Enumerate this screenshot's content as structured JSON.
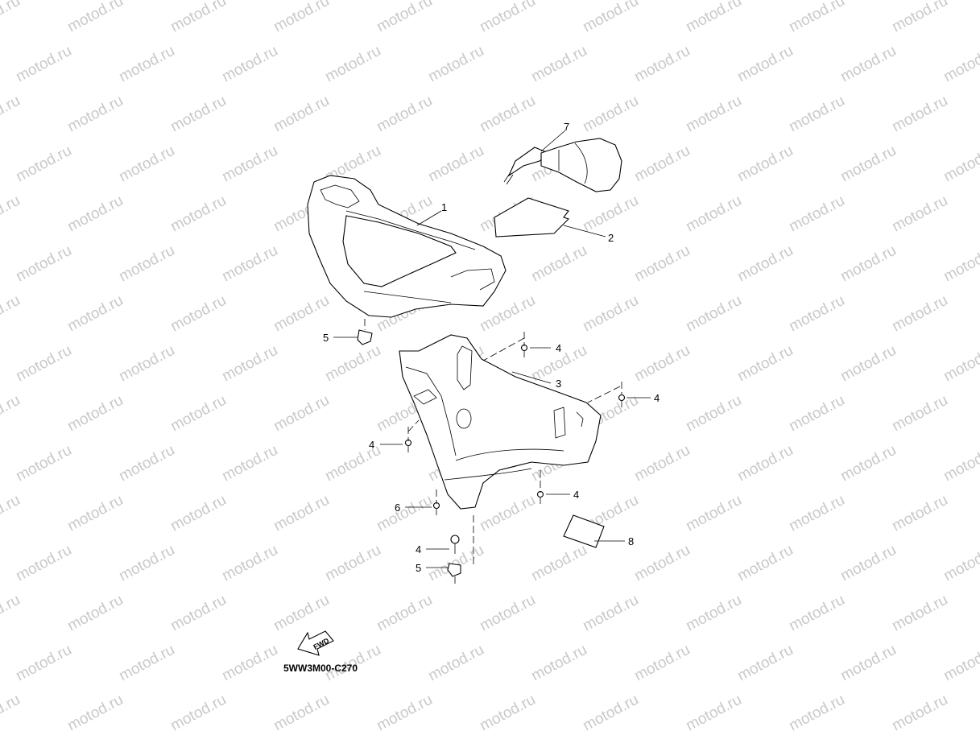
{
  "watermark": {
    "text": "motod.ru"
  },
  "diagram_code": "5WW3M00-C270",
  "fwd_label": "FWD",
  "callouts": [
    {
      "id": "c1",
      "number": "1"
    },
    {
      "id": "c2",
      "number": "2"
    },
    {
      "id": "c3",
      "number": "3"
    },
    {
      "id": "c4a",
      "number": "4"
    },
    {
      "id": "c4b",
      "number": "4"
    },
    {
      "id": "c4c",
      "number": "4"
    },
    {
      "id": "c4d",
      "number": "4"
    },
    {
      "id": "c4e",
      "number": "4"
    },
    {
      "id": "c5a",
      "number": "5"
    },
    {
      "id": "c5b",
      "number": "5"
    },
    {
      "id": "c6",
      "number": "6"
    },
    {
      "id": "c7",
      "number": "7"
    },
    {
      "id": "c8",
      "number": "8"
    }
  ]
}
